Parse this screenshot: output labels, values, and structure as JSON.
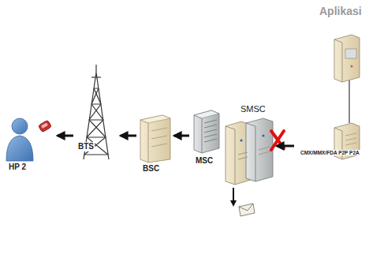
{
  "diagram": {
    "nodes": [
      {
        "text": [
          "HP 2"
        ]
      },
      {
        "text": [
          "BTS"
        ]
      },
      {
        "text": [
          "BSC"
        ]
      },
      {
        "text": [
          "MSC"
        ]
      },
      {
        "text": [
          "SMSC"
        ]
      },
      {
        "text": [
          "Aplikasi"
        ]
      },
      {
        "text": [
          "CMX/MMX/FDA P2P P2A"
        ]
      }
    ],
    "edges": [
      {
        "from": 3,
        "to": 2,
        "arrow": "to"
      },
      {
        "from": 2,
        "to": 1,
        "arrow": "to"
      },
      {
        "from": 1,
        "to": 0,
        "arrow": "to"
      },
      {
        "from": 6,
        "to": 4,
        "arrow": "to"
      },
      {
        "from": 5,
        "to": 6,
        "arrow": "none"
      }
    ]
  }
}
